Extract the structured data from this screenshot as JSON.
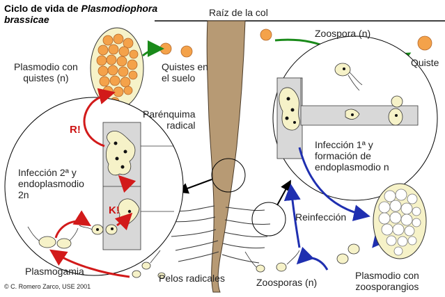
{
  "title": {
    "line1_prefix": "Ciclo de vida de ",
    "line1_species": "Plasmodiophora",
    "line2": "brassicae"
  },
  "labels": {
    "root": "Raíz de la col",
    "zoospora": "Zoospora (n)",
    "quiste": "Quiste",
    "plasmodio_quistes": "Plasmodio con\nquistes (n)",
    "quistes_suelo": "Quistes en\nel suelo",
    "parenquima": "Parénquima\nradical",
    "infeccion1": "Infección 1ª y\nformación de\nendoplasmodio n",
    "infeccion2": "Infección 2ª y\nendoplasmodio\n2n",
    "reinfeccion": "Reinfección",
    "plasmogamia": "Plasmogamia",
    "pelos": "Pelos radicales",
    "zoosporas": "Zoosporas (n)",
    "plasmodio_zoo": "Plasmodio con\nzoosporangios"
  },
  "marks": {
    "r": "R!",
    "k": "K!"
  },
  "credit": "© C. Romero Zarco, USE 2001",
  "colors": {
    "green_arrow": "#1a8a1a",
    "blue_arrow": "#1f2fb0",
    "red_arrow": "#d21a1a",
    "cyst": "#f4a24a",
    "root": "#b79a74",
    "plasmodium": "#f6f2c8",
    "cell_shade": "#d8d8d8"
  }
}
